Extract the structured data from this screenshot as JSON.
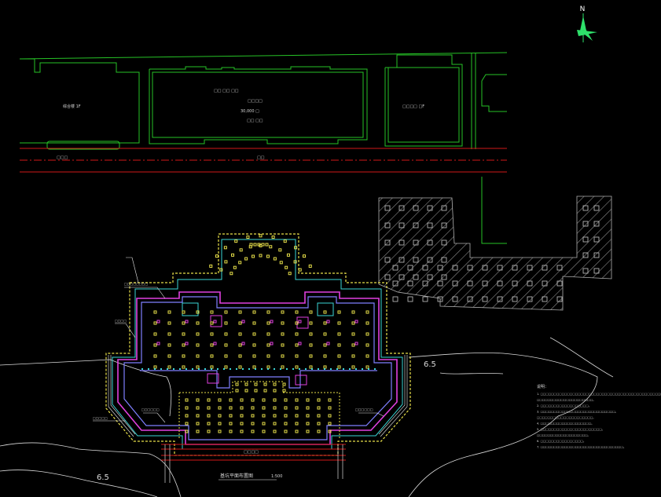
{
  "north_arrow": {
    "label": "N"
  },
  "buildings": {
    "left": {
      "label": "综合楼  1F"
    },
    "center": {
      "line1": "□□  □□  □□",
      "line2": "□□□□",
      "line3": "30,000 □",
      "line4": "□□ □□"
    },
    "right": {
      "label": "□□□□  □F"
    }
  },
  "road": {
    "label_left": "□□□",
    "label_center": "□□"
  },
  "elevations": {
    "right": "6.5",
    "bottom_left": "6.5"
  },
  "plan": {
    "title": "基坑平面布置图",
    "scale": "1:500",
    "road_label": "□□□□",
    "callouts": [
      "□□□□□□□□",
      "□□□□",
      "□□□□□□",
      "□□□□□□",
      "□□□□□"
    ]
  },
  "notes": {
    "heading": "说明：",
    "lines": [
      "1. □□□□□□□□□□□□□□□□□□□□□□□□□□□□□□□□□□□□□□□□□□□□□□",
      "   □□□□□□□□□□□□□□□□□□□□□。",
      "2. □□□□□□□□□□□□□□□□□□。",
      "3. □□□□□□□□□□□□□□□□□□□□□□□□□□□□。",
      "   □□□□□□□□□□□□□□□□□□□□□。",
      "4. □□□□□□□□□□□□□□□□□□□。",
      "5. □□□□□□□□□□□□□□□□□□□□□□□。",
      "   □□□□□□□□□□□□□□□□□□□。",
      "6. □□□□□□□□□□□□□□□□。",
      "7. □□□□□□□□□□□□□□□□□□□□□□□□□□□□□□□。"
    ]
  },
  "colors": {
    "background": "#000000",
    "site_outline": "#26c226",
    "road_red": "#d01818",
    "pit_outline": "#7f7fff",
    "magenta": "#e040e0",
    "yellow": "#e8e04a",
    "cyan": "#3ad6d6",
    "white": "#e0e0e0",
    "hatch": "#9a9a9a"
  }
}
